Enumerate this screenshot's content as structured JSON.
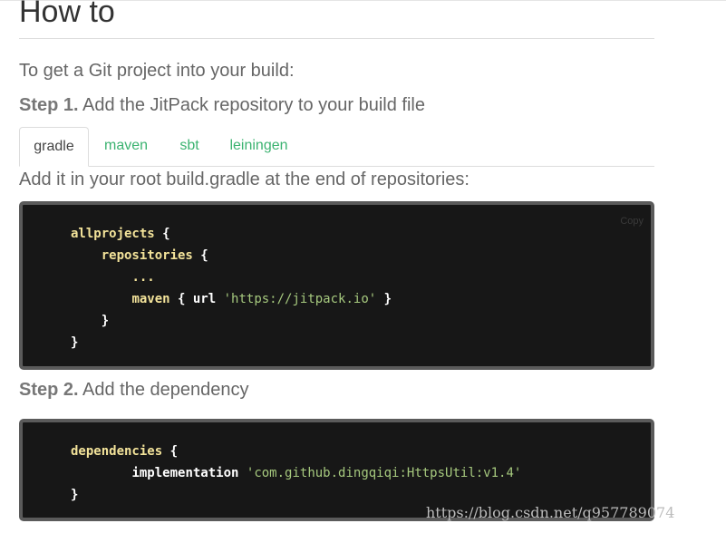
{
  "heading": "How to",
  "intro": "To get a Git project into your build:",
  "step1": {
    "label": "Step 1.",
    "text": "Add the JitPack repository to your build file"
  },
  "tabs": [
    {
      "label": "gradle",
      "active": true
    },
    {
      "label": "maven",
      "active": false
    },
    {
      "label": "sbt",
      "active": false
    },
    {
      "label": "leiningen",
      "active": false
    }
  ],
  "tab_description": "Add it in your root build.gradle at the end of repositories:",
  "code1": {
    "copy_label": "Copy",
    "lines": [
      {
        "indent": "",
        "t1": "allprojects",
        "t2": " {",
        "t3": "",
        "t4": ""
      },
      {
        "indent": "    ",
        "t1": "repositories",
        "t2": " {",
        "t3": "",
        "t4": ""
      },
      {
        "indent": "        ",
        "t1": "...",
        "t2": "",
        "t3": "",
        "t4": ""
      },
      {
        "indent": "        ",
        "t1": "maven",
        "t2": " { url ",
        "t3": "'https://jitpack.io'",
        "t4": " }"
      },
      {
        "indent": "    ",
        "t1": "}",
        "t2": "",
        "t3": "",
        "t4": ""
      },
      {
        "indent": "",
        "t1": "}",
        "t2": "",
        "t3": "",
        "t4": ""
      }
    ]
  },
  "step2": {
    "label": "Step 2.",
    "text": "Add the dependency"
  },
  "code2": {
    "lines": [
      {
        "indent": "",
        "t1": "dependencies",
        "t2": " {",
        "t3": "",
        "t4": ""
      },
      {
        "indent": "        ",
        "t1": "implementation",
        "t2": " ",
        "t3": "'com.github.dingqiqi:HttpsUtil:v1.4'",
        "t4": ""
      },
      {
        "indent": "",
        "t1": "}",
        "t2": "",
        "t3": "",
        "t4": ""
      }
    ]
  },
  "watermark": "https://blog.csdn.net/q957789074",
  "colors": {
    "tab_link": "#3cb371",
    "code_bg": "#171717",
    "code_border": "#5b5b5b",
    "keyword": "#f3e39a",
    "string": "#a6c97e"
  }
}
